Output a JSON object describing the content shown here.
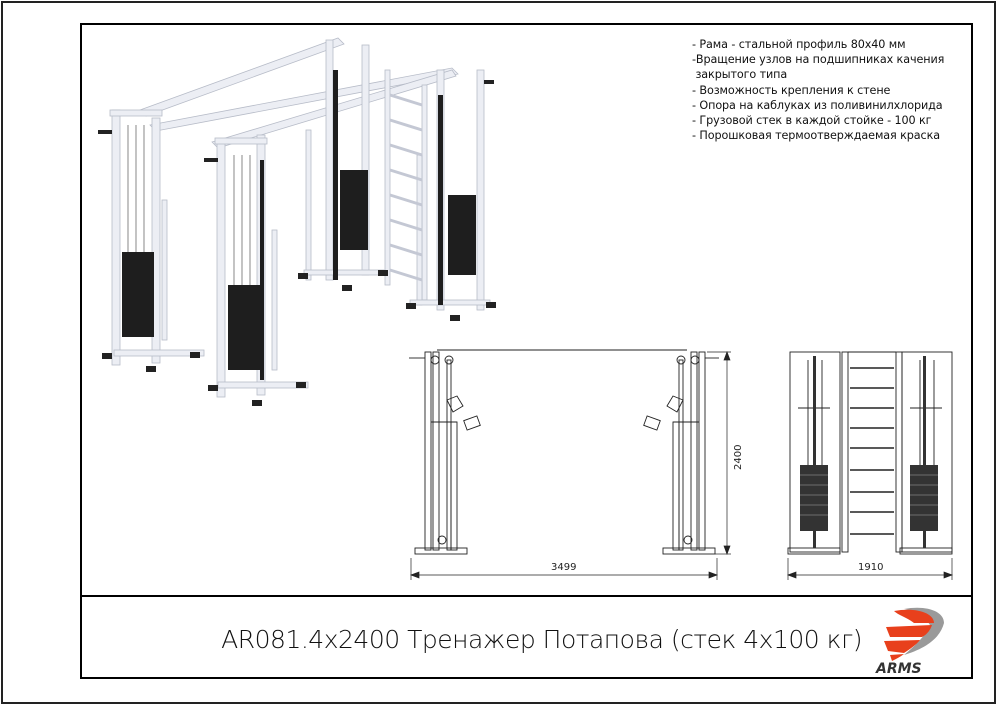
{
  "sheet": {
    "specs": [
      "- Рама - стальной профиль 80х40 мм",
      "-Вращение узлов на подшипниках качения",
      " закрытого типа",
      "- Возможность крепления к стене",
      "- Опора на каблуках из поливинилхлорида",
      "- Грузовой стек в каждой стойке - 100 кг",
      "- Порошковая термоотверждаемая краска"
    ],
    "title": "AR081.4x2400 Тренажер Потапова (стек 4х100 кг)",
    "logo": {
      "text": "ARMS",
      "color_primary": "#e8401c",
      "color_secondary": "#9a9a9a"
    }
  },
  "front_view": {
    "width_label": "3499",
    "height_label": "2400"
  },
  "side_view": {
    "width_label": "1910"
  },
  "render": {
    "frame_color": "#e8eaf0",
    "stack_color": "#1e1e1e",
    "stations": 4
  }
}
